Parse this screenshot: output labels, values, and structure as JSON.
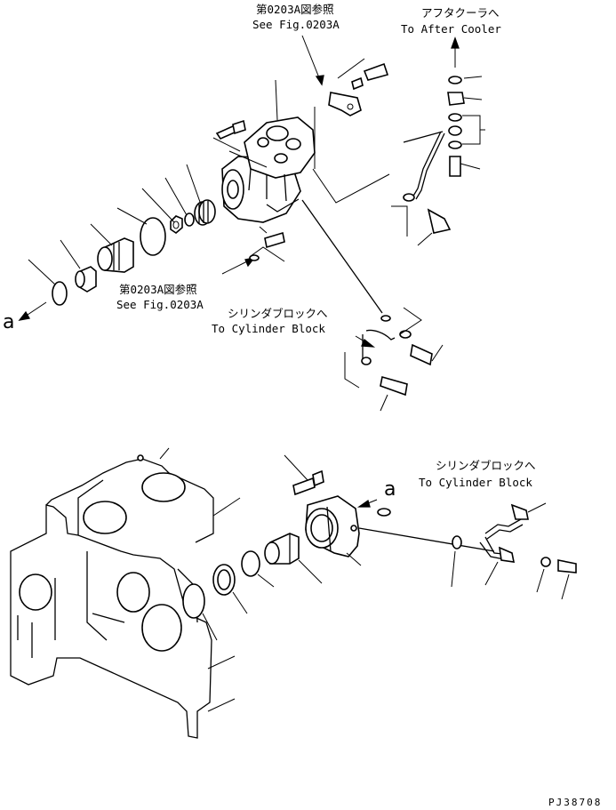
{
  "callouts": {
    "ref_top": {
      "jp": "第0203A図参照",
      "en": "See Fig.0203A"
    },
    "after_cooler": {
      "jp": "アフタクーラへ",
      "en": "To After Cooler"
    },
    "ref_mid": {
      "jp": "第0203A図参照",
      "en": "See Fig.0203A"
    },
    "cyl_block_upper": {
      "jp": "シリンダブロックへ",
      "en": "To Cylinder Block"
    },
    "cyl_block_lower": {
      "jp": "シリンダブロックへ",
      "en": "To Cylinder Block"
    }
  },
  "markers": {
    "view_a_upper": "a",
    "view_a_lower": "a"
  },
  "drawing_code": "PJ38708"
}
